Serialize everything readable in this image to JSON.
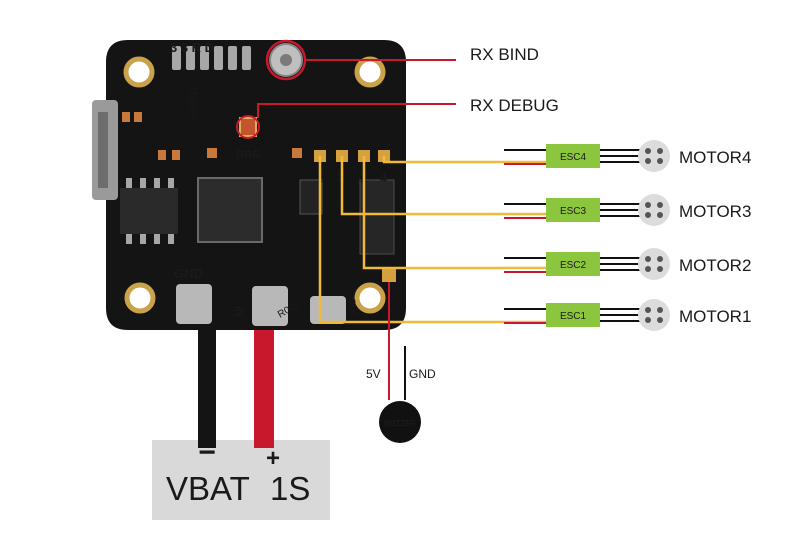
{
  "labels": {
    "rx_bind": "RX BIND",
    "rx_debug": "RX DEBUG",
    "board_top": "3 3 R D",
    "date": "03/2017",
    "dbg": "DBG",
    "pad_nums": [
      "1",
      "3",
      "2",
      "4"
    ],
    "gnd_board": "GND",
    "in": "IN",
    "out": "OUT",
    "r005": "R005",
    "buzzer_5v": "5V",
    "buzzer_gnd": "GND",
    "buzzer": "BUZZER",
    "vbat": "VBAT",
    "vbat_1s": "1S",
    "minus": "−",
    "plus": "+"
  },
  "escs": [
    {
      "label": "ESC4",
      "motor": "MOTOR4"
    },
    {
      "label": "ESC3",
      "motor": "MOTOR3"
    },
    {
      "label": "ESC2",
      "motor": "MOTOR2"
    },
    {
      "label": "ESC1",
      "motor": "MOTOR1"
    }
  ],
  "colors": {
    "board": "#141414",
    "signal_wire": "#f0b93a",
    "esc_body": "#8cc63f",
    "red_wire": "#d0182b",
    "black_wire": "#111111",
    "battery": "#d9d9d9",
    "vbat_text": "#c8172b",
    "motor": "#dcdcdc"
  }
}
